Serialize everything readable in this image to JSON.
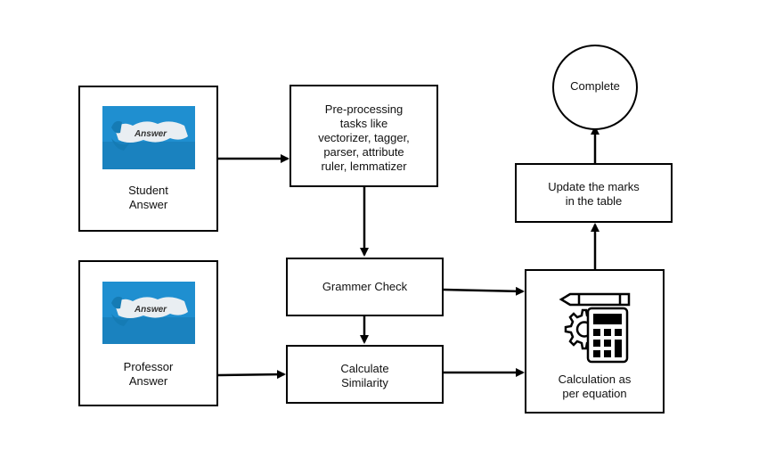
{
  "nodes": {
    "student_answer": {
      "lines": [
        "Student",
        "Answer"
      ],
      "image_text": "Answer"
    },
    "professor_answer": {
      "lines": [
        "Professor",
        "Answer"
      ],
      "image_text": "Answer"
    },
    "preprocessing": {
      "lines": [
        "Pre-processing",
        "tasks like",
        "vectorizer, tagger,",
        "parser, attribute",
        "ruler, lemmatizer"
      ]
    },
    "grammar_check": {
      "lines": [
        "Grammer Check"
      ]
    },
    "calculate_similarity": {
      "lines": [
        "Calculate",
        "Similarity"
      ]
    },
    "calculation": {
      "lines": [
        "Calculation as",
        "per equation"
      ],
      "icon": "calculator-gear-pencil-icon"
    },
    "update_marks": {
      "lines": [
        "Update the marks",
        "in the table"
      ]
    },
    "complete": {
      "lines": [
        "Complete"
      ]
    }
  },
  "edges": [
    {
      "from": "student_answer",
      "to": "preprocessing"
    },
    {
      "from": "preprocessing",
      "to": "grammar_check"
    },
    {
      "from": "grammar_check",
      "to": "calculate_similarity"
    },
    {
      "from": "professor_answer",
      "to": "calculate_similarity"
    },
    {
      "from": "grammar_check",
      "to": "calculation"
    },
    {
      "from": "calculate_similarity",
      "to": "calculation"
    },
    {
      "from": "calculation",
      "to": "update_marks"
    },
    {
      "from": "update_marks",
      "to": "complete"
    }
  ],
  "colors": {
    "stroke": "#000000",
    "photo_blue": "#1f8fd0",
    "photo_paper": "#e9eef2"
  }
}
